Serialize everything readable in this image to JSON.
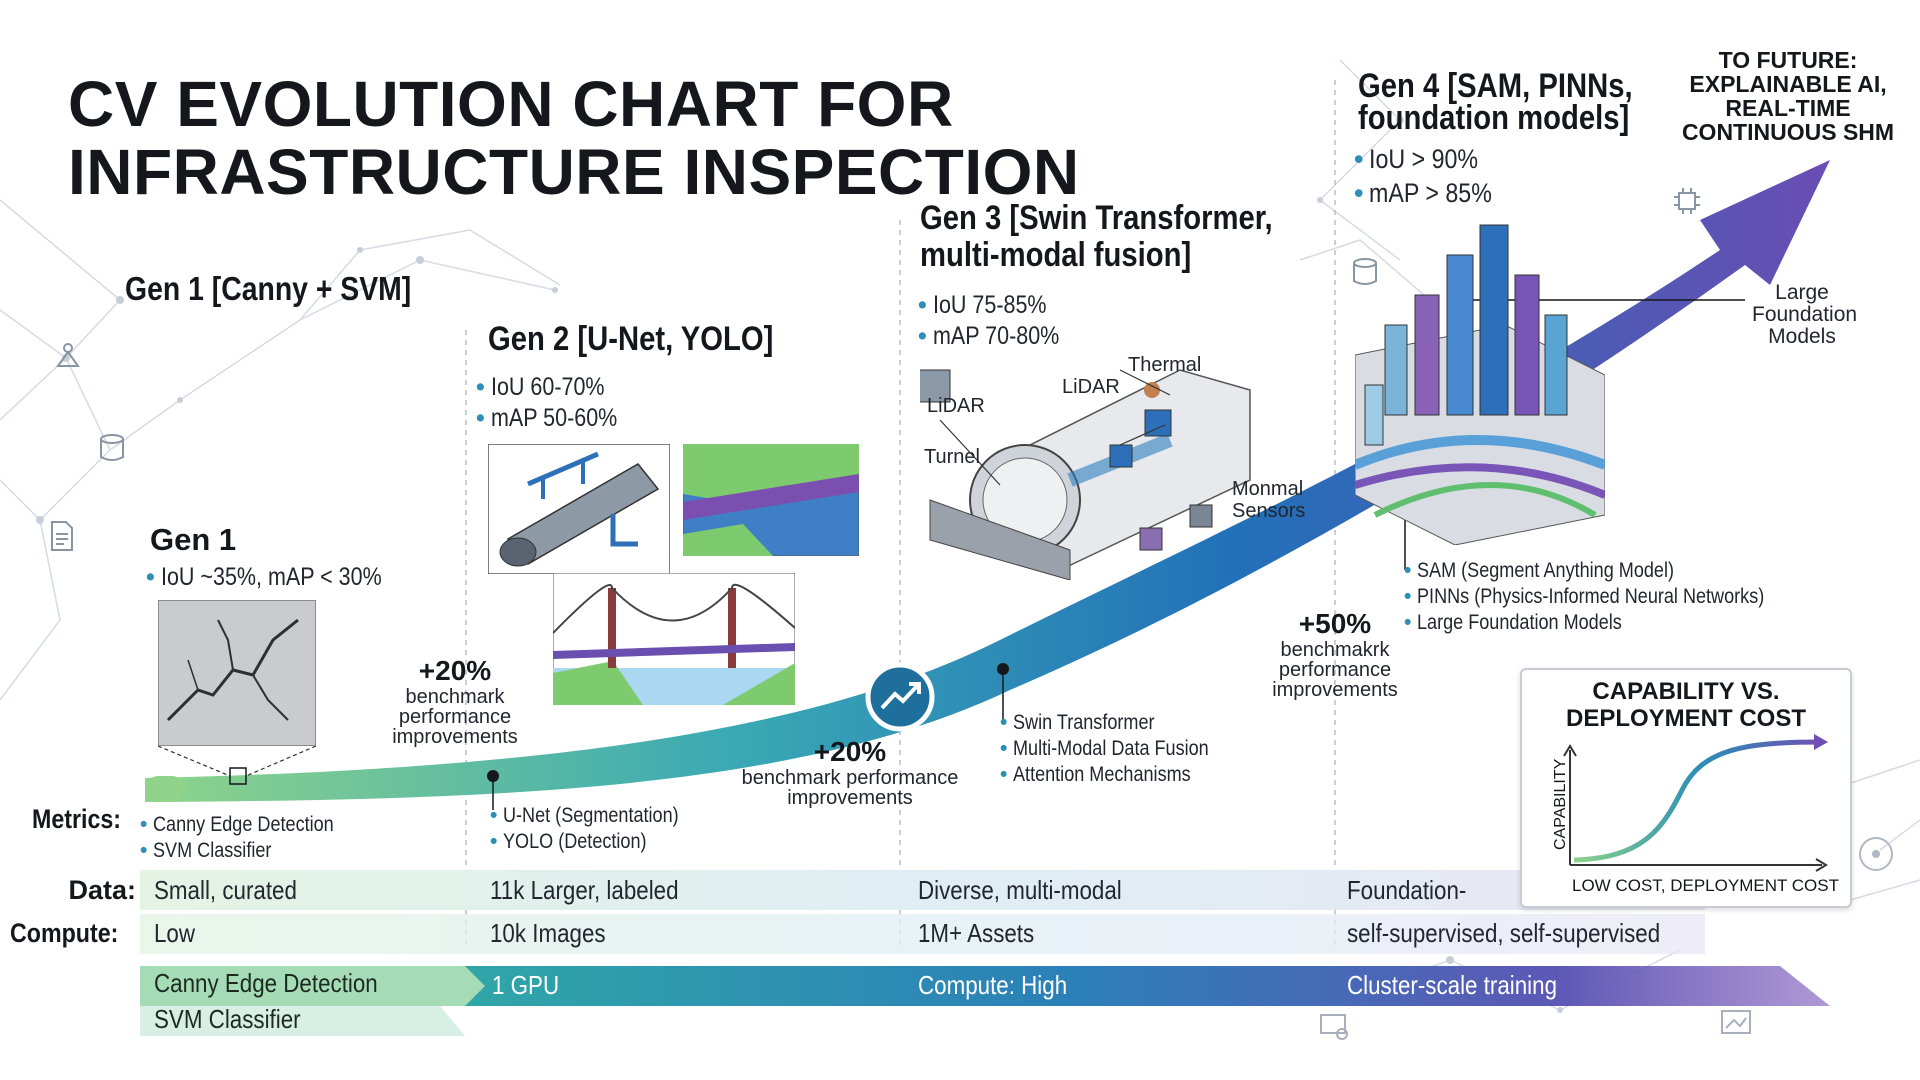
{
  "title": {
    "line1": "CV EVOLUTION CHART FOR",
    "line2": "INFRASTRUCTURE INSPECTION"
  },
  "gen1_header": "Gen 1 [Canny + SVM]",
  "gen1": {
    "label": "Gen 1",
    "metric": "IoU ~35%, mAP < 30%",
    "items": [
      "Canny Edge Detection",
      "SVM Classifier"
    ]
  },
  "gen2": {
    "header": "Gen 2 [U-Net, YOLO]",
    "bullets": [
      "IoU 60-70%",
      "mAP 50-60%"
    ],
    "items": [
      "U-Net (Segmentation)",
      "YOLO (Detection)"
    ]
  },
  "gen3": {
    "header_line1": "Gen 3 [Swin Transformer,",
    "header_line2": "multi-modal fusion]",
    "bullets": [
      "IoU 75-85%",
      "mAP 70-80%"
    ],
    "items": [
      "Swin Transformer",
      "Multi-Modal Data Fusion",
      "Attention Mechanisms"
    ],
    "callouts": {
      "thermal": "Thermal",
      "lidar1": "LiDAR",
      "lidar2": "LiDAR",
      "tunnel": "Turnel",
      "sensors_line1": "Monmal",
      "sensors_line2": "Sensors"
    }
  },
  "gen4": {
    "header_line1": "Gen 4 [SAM, PINNs,",
    "header_line2": "foundation models]",
    "bullets": [
      "IoU > 90%",
      "mAP > 85%"
    ],
    "items": [
      "SAM (Segment Anything Model)",
      "PINNs (Physics-Informed Neural Networks)",
      "Large Foundation Models"
    ],
    "callout": [
      "Large",
      "Foundation",
      "Models"
    ]
  },
  "future": [
    "TO FUTURE:",
    "EXPLAINABLE AI,",
    "REAL-TIME",
    "CONTINUOUS SHM"
  ],
  "improvements": [
    {
      "pct": "+20%",
      "text": [
        "benchmark",
        "performance",
        "improvements"
      ]
    },
    {
      "pct": "+20%",
      "text": [
        "benchmark performance",
        "improvements"
      ]
    },
    {
      "pct": "+50%",
      "text": [
        "benchmakrk",
        "performance",
        "improvements"
      ]
    }
  ],
  "rows": {
    "metrics_label": "Metrics:",
    "data_label": "Data:",
    "compute_label": "Compute:",
    "data": [
      "Small, curated",
      "11k Larger, labeled",
      "Diverse, multi-modal",
      "Foundation-"
    ],
    "compute": [
      "Low",
      "10k Images",
      "1M+ Assets",
      "self-supervised, self-supervised"
    ]
  },
  "band": {
    "first_line1": "Canny Edge Detection",
    "first_line2": "SVM Classifier",
    "segments": [
      "1 GPU",
      "Compute: High",
      "Cluster-scale training"
    ]
  },
  "capability_chart": {
    "title_line1": "CAPABILITY VS.",
    "title_line2": "DEPLOYMENT COST",
    "ylabel": "CAPABILITY",
    "xlabel": "LOW COST, DEPLOYMENT COST"
  },
  "colors": {
    "green": "#7ec77a",
    "teal": "#2a9bb6",
    "blue": "#1f5fae",
    "purple": "#6b4fb0",
    "ink": "#15171c"
  }
}
